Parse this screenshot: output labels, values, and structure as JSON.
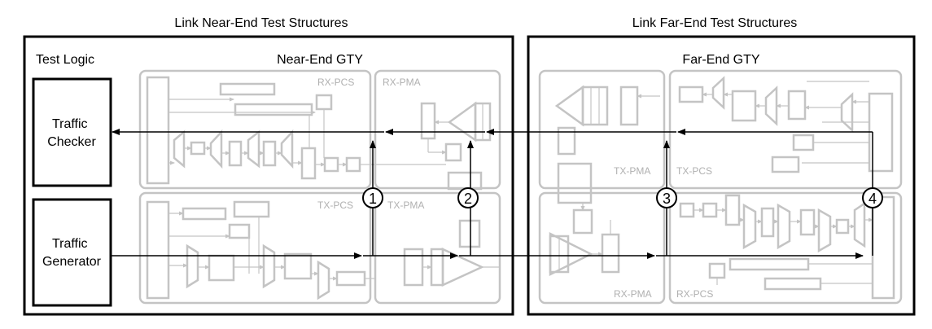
{
  "headings": {
    "near_end": "Link Near-End Test Structures",
    "far_end": "Link Far-End Test Structures"
  },
  "near_end_block": {
    "test_logic": "Test Logic",
    "gty_title": "Near-End GTY",
    "traffic_checker": [
      "Traffic",
      "Checker"
    ],
    "traffic_generator": [
      "Traffic",
      "Generator"
    ],
    "sublabels": {
      "rx_pcs": "RX-PCS",
      "rx_pma": "RX-PMA",
      "tx_pcs": "TX-PCS",
      "tx_pma": "TX-PMA"
    }
  },
  "far_end_block": {
    "gty_title": "Far-End GTY",
    "sublabels": {
      "tx_pma": "TX-PMA",
      "tx_pcs": "TX-PCS",
      "rx_pma": "RX-PMA",
      "rx_pcs": "RX-PCS"
    }
  },
  "loopback_points": [
    "1",
    "2",
    "3",
    "4"
  ],
  "colors": {
    "frame": "#000000",
    "greyed_blocks": "#c4c4c4",
    "greyed_text": "#b0b0b0",
    "background": "#ffffff"
  }
}
